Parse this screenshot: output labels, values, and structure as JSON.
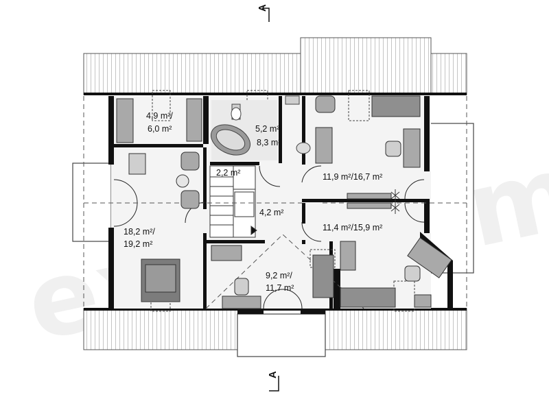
{
  "plan": {
    "rooms": [
      {
        "id": "wardrobe",
        "line1": "4,9 m²/",
        "line2": "6,0 m²"
      },
      {
        "id": "bathroom",
        "line1": "5,2 m²/",
        "line2": "8,3 m²"
      },
      {
        "id": "hall-small",
        "line1": "2,2 m²",
        "line2": ""
      },
      {
        "id": "hall",
        "line1": "4,2 m²",
        "line2": ""
      },
      {
        "id": "bedroom-ne",
        "line1": "11,9 m²/16,7 m²",
        "line2": ""
      },
      {
        "id": "bedroom-se",
        "line1": "11,4 m²/15,9 m²",
        "line2": ""
      },
      {
        "id": "master-bedroom",
        "line1": "18,2 m²/",
        "line2": "19,2 m²"
      },
      {
        "id": "bedroom-south",
        "line1": "9,2 m²/",
        "line2": "11,7 m²"
      }
    ],
    "section_marks": [
      "A",
      "A"
    ],
    "colors": {
      "wall": "#111111",
      "roof": "#9a9a9a",
      "floor": "#f4f4f4",
      "furniture": "#9c9c9c"
    }
  }
}
